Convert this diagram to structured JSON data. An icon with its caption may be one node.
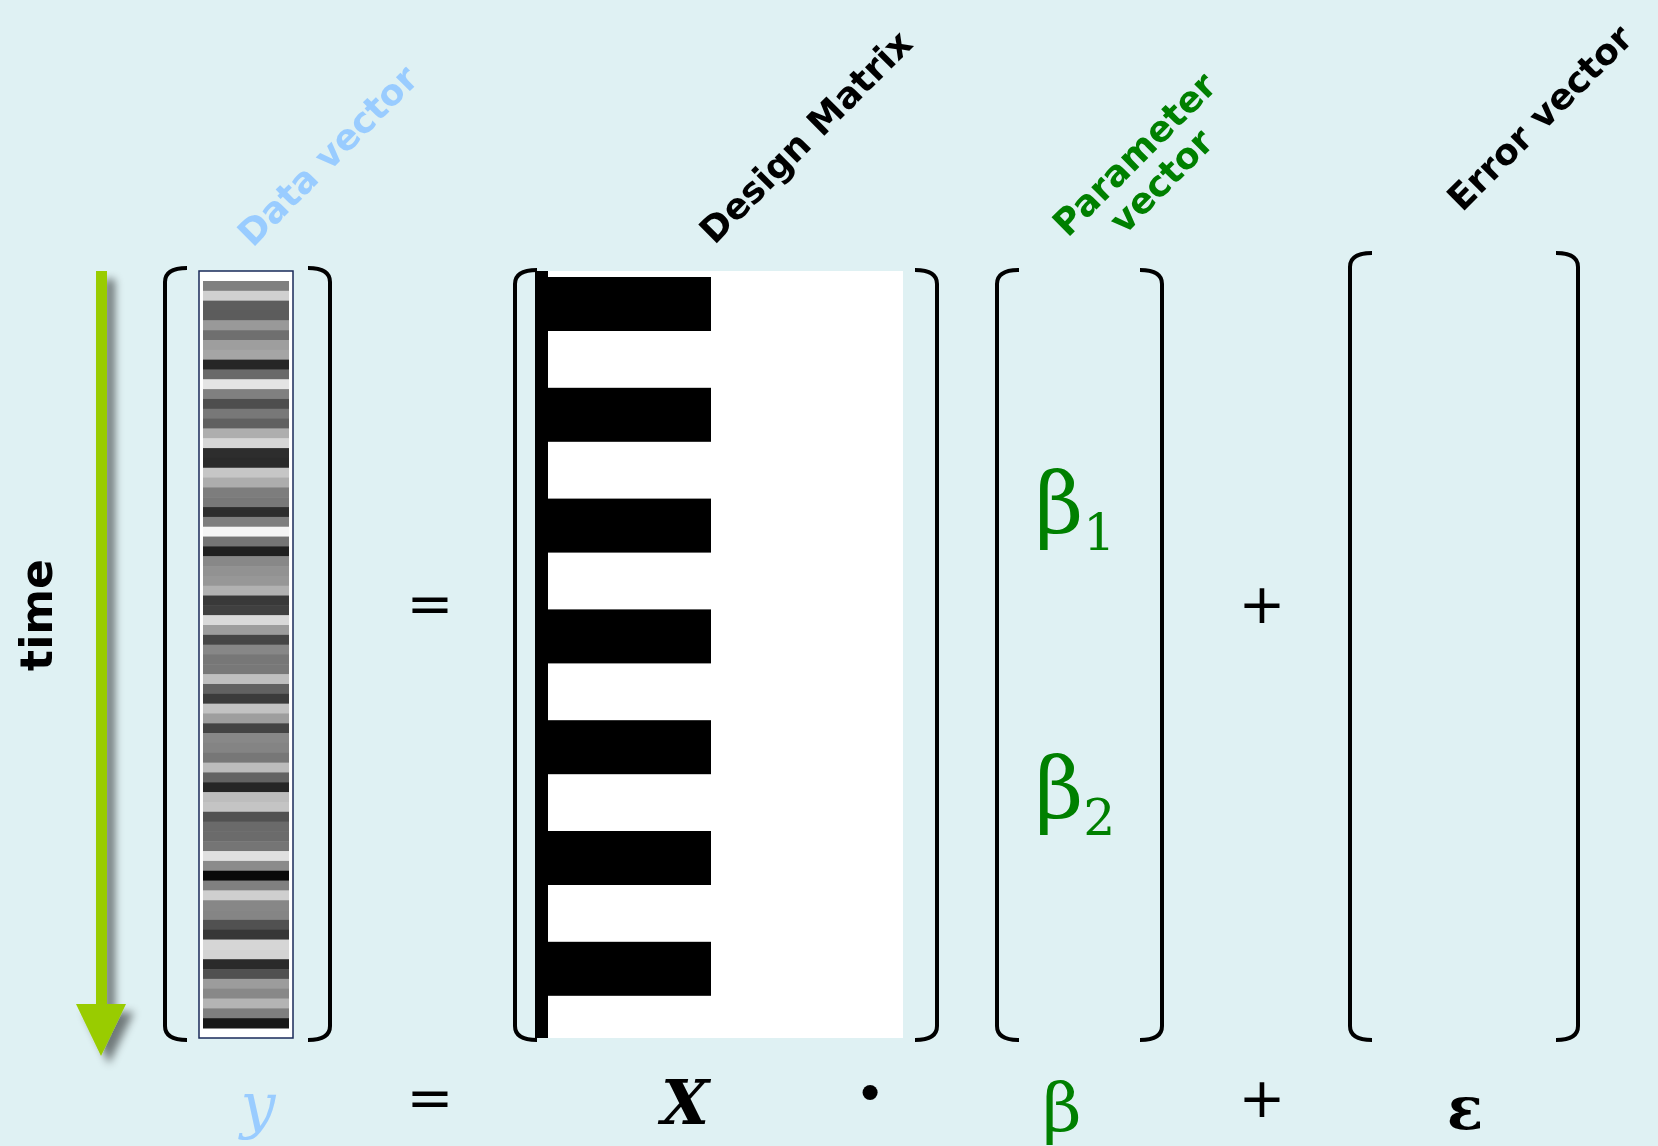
{
  "diagram": {
    "nodes": [
      {
        "text": [
          "Data vector"
        ]
      },
      {
        "text": [
          "Design Matrix"
        ]
      },
      {
        "text": [
          "Parameter vector",
          "β$_{1}$",
          "β$_{2}$"
        ]
      },
      {
        "text": [
          "Error vector"
        ]
      }
    ],
    "labels": [
      "time",
      "=",
      "+",
      "y",
      "=",
      "X",
      "•",
      "β",
      "+",
      "ε"
    ]
  }
}
